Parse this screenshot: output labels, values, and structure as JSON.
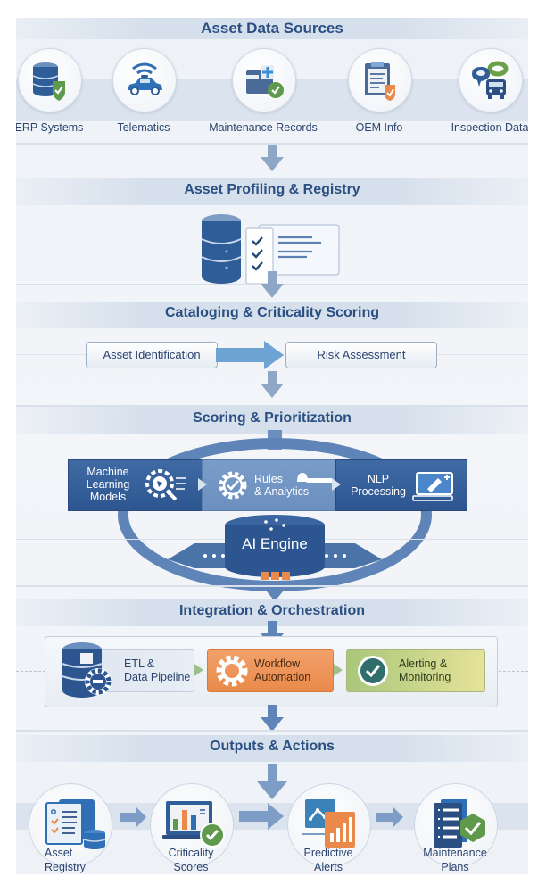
{
  "title": "Asset Data Sources",
  "sources": [
    {
      "label": "ERP Systems",
      "icon": "database-shield-icon"
    },
    {
      "label": "Telematics",
      "icon": "connected-car-icon"
    },
    {
      "label": "Maintenance Records",
      "icon": "folder-medical-icon"
    },
    {
      "label": "OEM Info",
      "icon": "clipboard-badge-icon"
    },
    {
      "label": "Inspection Data",
      "icon": "location-truck-icon"
    }
  ],
  "sections": {
    "profiling": "Asset Profiling & Registry",
    "cataloging": "Cataloging & Criticality Scoring",
    "scoring": "Scoring & Prioritization",
    "integration": "Integration & Orchestration",
    "outputs": "Outputs & Actions"
  },
  "cataloging_steps": [
    "Asset Identification",
    "Risk Assessment"
  ],
  "scoring_modules": [
    {
      "line1": "Machine",
      "line2": "Learning",
      "line3": "Models",
      "icon": "ml-gear-search-icon"
    },
    {
      "line1": "Rules",
      "line2": "& Analytics",
      "icon": "gear-check-icon"
    },
    {
      "line1": "NLP",
      "line2": "Processing",
      "icon": "nlp-document-icon"
    }
  ],
  "ai_engine": "AI Engine",
  "integration_steps": [
    {
      "line1": "ETL &",
      "line2": "Data Pipeline",
      "icon": "database-gear-icon"
    },
    {
      "line1": "Workflow",
      "line2": "Automation",
      "icon": "gear-icon"
    },
    {
      "line1": "Alerting &",
      "line2": "Monitoring",
      "icon": "check-circle-icon"
    }
  ],
  "outputs": [
    {
      "line1": "Asset",
      "line2": "Registry",
      "icon": "registry-checklist-icon"
    },
    {
      "line1": "Criticality",
      "line2": "Scores",
      "icon": "bar-chart-check-icon"
    },
    {
      "line1": "Predictive",
      "line2": "Alerts",
      "icon": "trend-alert-icon"
    },
    {
      "line1": "Maintenance",
      "line2": "Plans",
      "icon": "plan-list-check-icon"
    }
  ],
  "colors": {
    "primary_blue": "#2f5d97",
    "title_blue": "#2b4f82",
    "accent_green": "#5f9a4c",
    "accent_orange": "#e98a4a",
    "band": "#d6e0ec"
  }
}
